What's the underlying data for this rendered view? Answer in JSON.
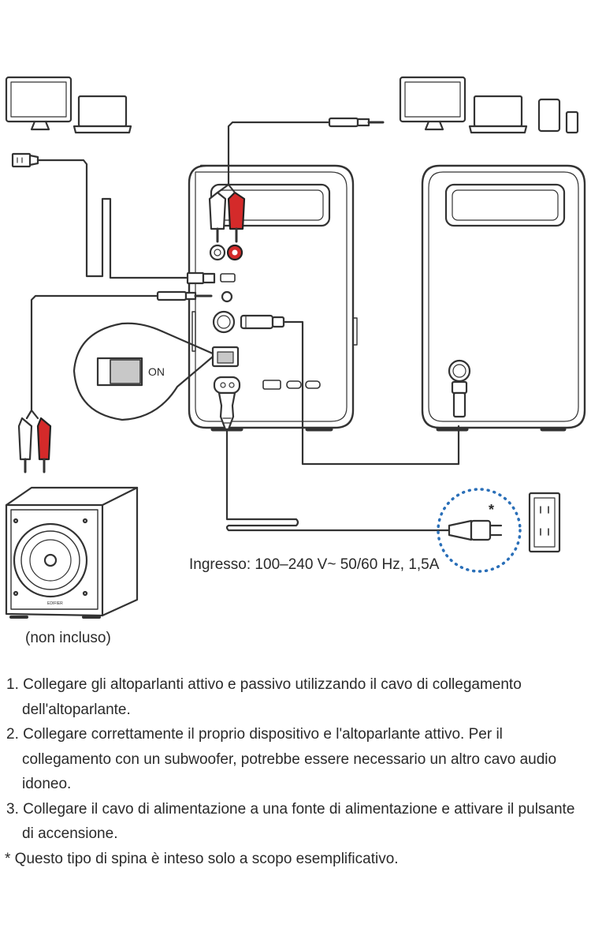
{
  "diagram": {
    "switch_label": "ON",
    "power_input_label": "Ingresso: 100–240 V~ 50/60 Hz, 1,5A",
    "footnote_marker": "*",
    "subwoofer_caption": "(non incluso)",
    "subwoofer_brand": "EDIFIER"
  },
  "instructions": {
    "steps": [
      {
        "number": "1.",
        "text": "Collegare gli altoparlanti attivo e passivo utilizzando il cavo di collegamento dell'altoparlante."
      },
      {
        "number": "2.",
        "text": "Collegare correttamente il proprio dispositivo e l'altoparlante attivo. Per il collegamento con un subwoofer, potrebbe essere necessario un altro cavo audio idoneo."
      },
      {
        "number": "3.",
        "text": "Collegare il cavo di alimentazione a una fonte di alimentazione e attivare il pulsante di accensione."
      }
    ],
    "footnote": "* Questo tipo di spina è inteso solo a scopo esemplificativo."
  },
  "colors": {
    "line": "#333333",
    "red": "#d42a2a",
    "dot_blue": "#2a6fb8",
    "gray_fill": "#c8c8c8"
  }
}
